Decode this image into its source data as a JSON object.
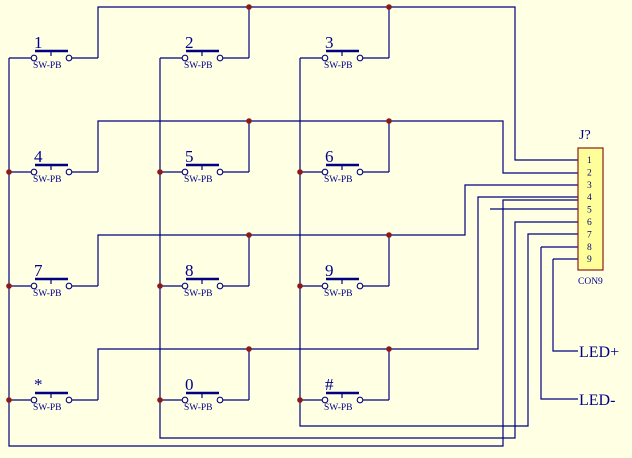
{
  "schematic": {
    "buttons": [
      {
        "key": "1",
        "part": "SW-PB"
      },
      {
        "key": "2",
        "part": "SW-PB"
      },
      {
        "key": "3",
        "part": "SW-PB"
      },
      {
        "key": "4",
        "part": "SW-PB"
      },
      {
        "key": "5",
        "part": "SW-PB"
      },
      {
        "key": "6",
        "part": "SW-PB"
      },
      {
        "key": "7",
        "part": "SW-PB"
      },
      {
        "key": "8",
        "part": "SW-PB"
      },
      {
        "key": "9",
        "part": "SW-PB"
      },
      {
        "key": "*",
        "part": "SW-PB"
      },
      {
        "key": "0",
        "part": "SW-PB"
      },
      {
        "key": "#",
        "part": "SW-PB"
      }
    ],
    "connector": {
      "ref": "J?",
      "value": "CON9",
      "pins": [
        "1",
        "2",
        "3",
        "4",
        "5",
        "6",
        "7",
        "8",
        "9"
      ]
    },
    "net_labels": {
      "led_plus": "LED+",
      "led_minus": "LED-"
    },
    "colors": {
      "background": "#ffffe3",
      "wire": "#000080",
      "junction": "#8b1a1a",
      "connector_fill": "#ffff99",
      "connector_outline": "#8b1a1a"
    }
  }
}
